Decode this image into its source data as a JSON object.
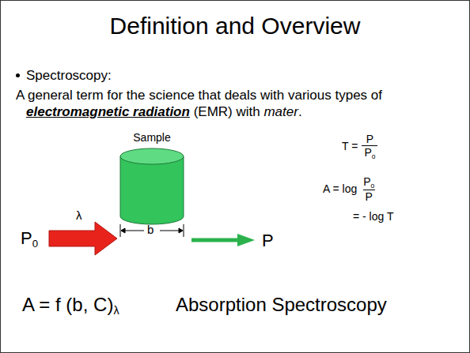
{
  "diagram": {
    "title": "Definition and Overview",
    "nodes": [
      {
        "text": [
          "Sample"
        ]
      }
    ],
    "labels": [
      "Spectroscopy:",
      "A general term for the science that deals with various types of",
      "electromagnetic radiation",
      "(EMR) with",
      "mater",
      ".",
      "λ",
      "P",
      "0",
      "b",
      "P",
      "T =",
      "P",
      "P",
      "o",
      "A = log",
      "P",
      "o",
      "P",
      "= - log T",
      "A = f (b, C)",
      "λ",
      "Absorption Spectroscopy"
    ]
  }
}
